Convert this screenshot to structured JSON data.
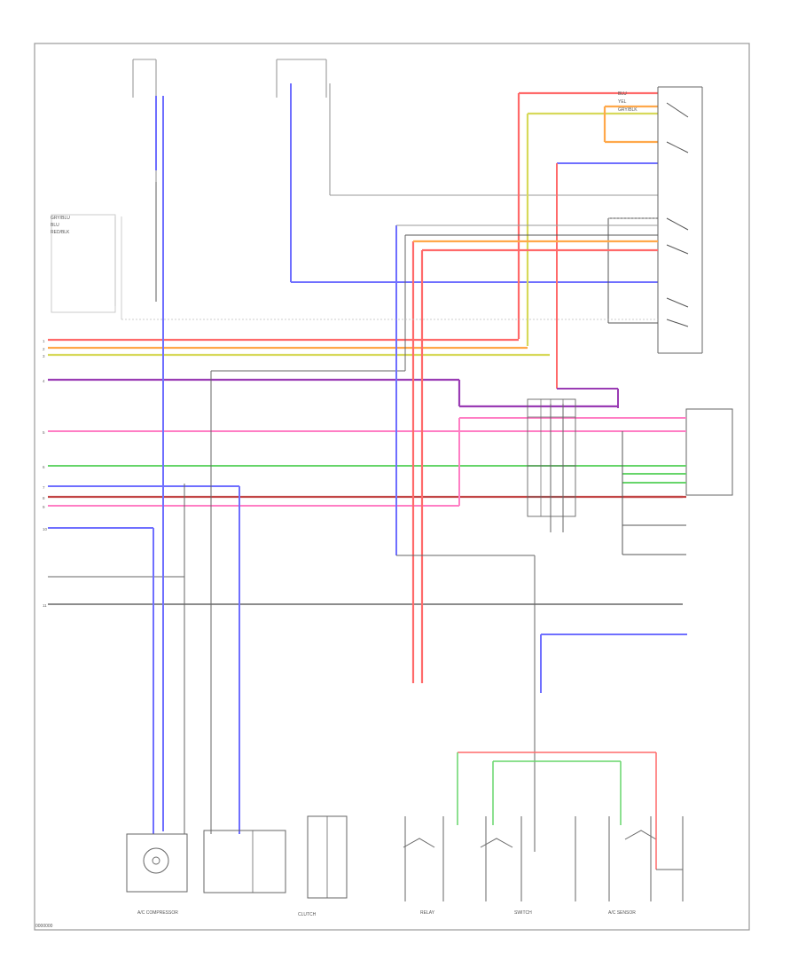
{
  "colors": {
    "red": "#ff6a6a",
    "orange": "#ffa84a",
    "yellow_green": "#d7d95a",
    "blue": "#6f6fff",
    "purple": "#9a3cb4",
    "pink": "#ff7ec4",
    "green": "#66d56a",
    "dark_red": "#c24545",
    "dark_gray": "#4d4d4d",
    "black": "#333333"
  },
  "labels": {
    "left_wires": [
      "1",
      "2",
      "3",
      "4",
      "5",
      "6",
      "7",
      "8",
      "9",
      "10",
      "11"
    ],
    "connector_left": [
      "GRY/BLU",
      "BLU",
      "RED/BLK"
    ],
    "connector_right": [
      "BLU",
      "YEL",
      "GRY/BLK"
    ],
    "bottom_component_labels": [
      "A/C COMPRESSOR",
      "CLUTCH",
      "RELAY",
      "SWITCH",
      "A/C SENSOR"
    ],
    "bottom_left_code": "0000000"
  }
}
